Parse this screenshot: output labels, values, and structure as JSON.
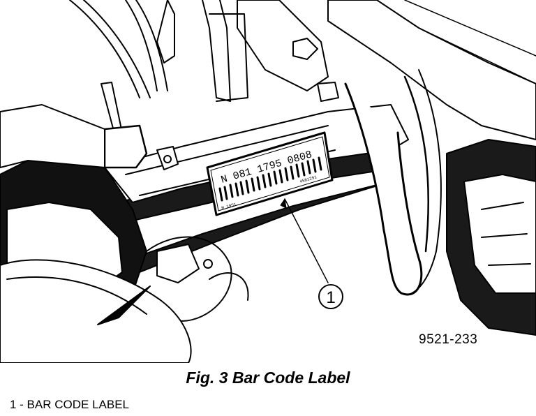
{
  "figure": {
    "id": "9521-233",
    "caption": "Fig. 3 Bar Code Label"
  },
  "label": {
    "main_text": "N 081 1795 0808",
    "small_left": "M 1951",
    "small_right": "4581291"
  },
  "callouts": [
    {
      "number": "1",
      "text": "1 - BAR CODE LABEL"
    }
  ],
  "icons": {
    "callout": "circled-number-callout"
  }
}
